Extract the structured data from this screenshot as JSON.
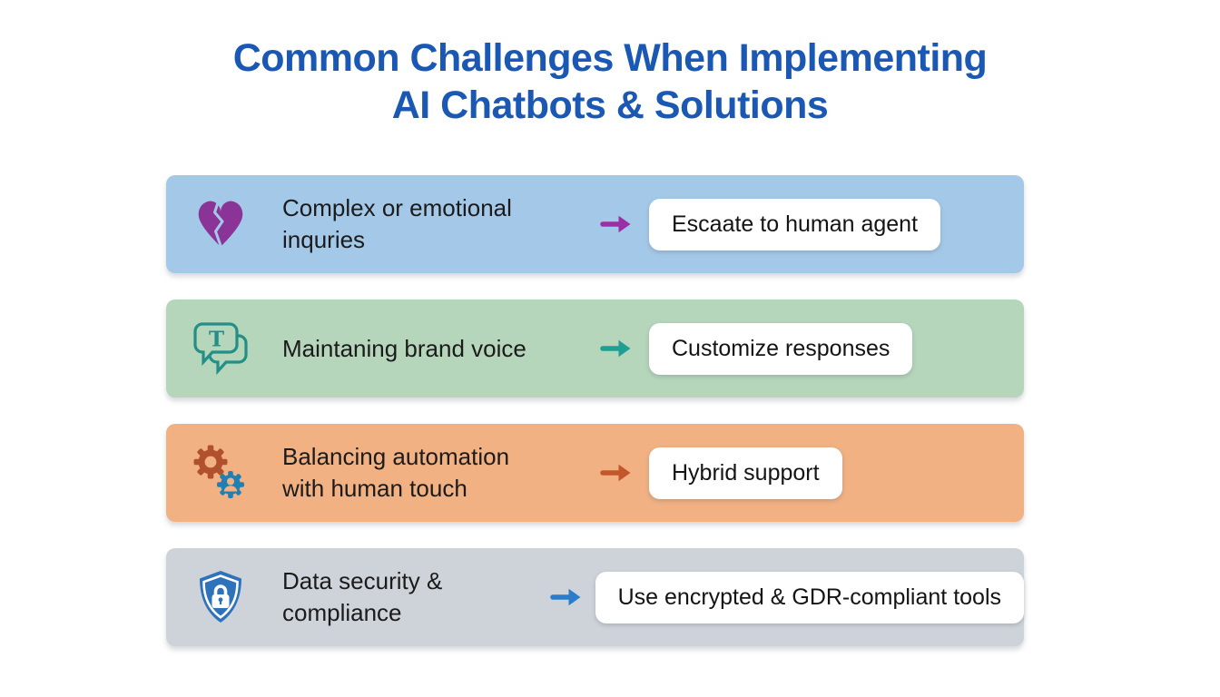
{
  "title": {
    "line1": "Common Challenges When Implementing",
    "line2": "AI Chatbots & Solutions",
    "color": "#1b58b4"
  },
  "rows": [
    {
      "icon": "broken-heart-icon",
      "icon_color": "#8b3498",
      "challenge": "Complex or emotional\ninquries",
      "solution": "Escaate to human agent",
      "bg": "#a4c8e7",
      "arrow_color": "#9b2fa6"
    },
    {
      "icon": "chat-bubbles-icon",
      "icon_color": "#238f86",
      "challenge": "Maintaning brand voice",
      "solution": "Customize responses",
      "bg": "#b5d6bb",
      "arrow_color": "#1f9e94"
    },
    {
      "icon": "gears-icon",
      "icon_color": "#b0512b",
      "icon_color2": "#2180b3",
      "challenge": "Balancing automation\nwith human touch",
      "solution": "Hybrid support",
      "bg": "#f1b183",
      "arrow_color": "#c3562a"
    },
    {
      "icon": "shield-lock-icon",
      "icon_color": "#2d72ba",
      "challenge": "Data security & compliance",
      "solution": "Use encrypted & GDR-compliant tools",
      "bg": "#ced3d9",
      "arrow_color": "#2b7ccb"
    }
  ]
}
